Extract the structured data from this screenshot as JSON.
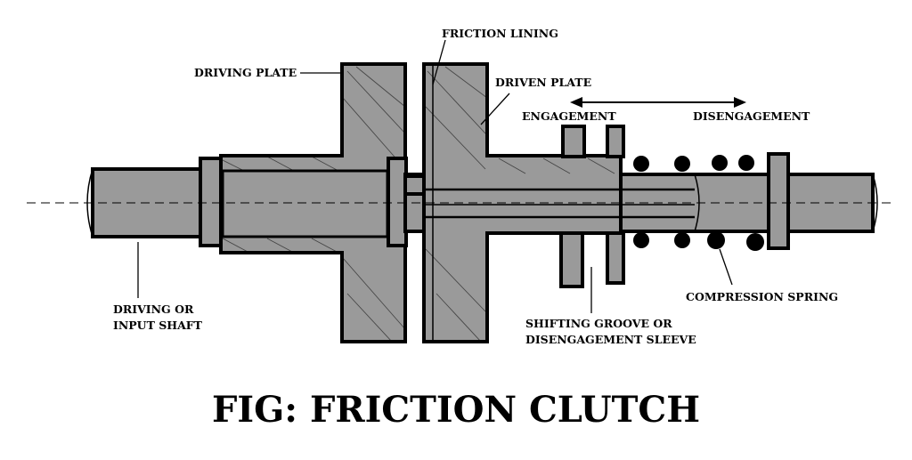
{
  "labels": {
    "friction_lining": "FRICTION LINING",
    "driving_plate": "DRIVING PLATE",
    "driven_plate": "DRIVEN PLATE",
    "engagement": "ENGAGEMENT",
    "disengagement": "DISENGAGEMENT",
    "driving_line1": "DRIVING OR",
    "driving_line2": "INPUT SHAFT",
    "compression_spring": "COMPRESSION SPRING",
    "groove_line1": "SHIFTING GROOVE OR",
    "groove_line2": "DISENGAGEMENT SLEEVE"
  },
  "title": "FIG: FRICTION CLUTCH"
}
